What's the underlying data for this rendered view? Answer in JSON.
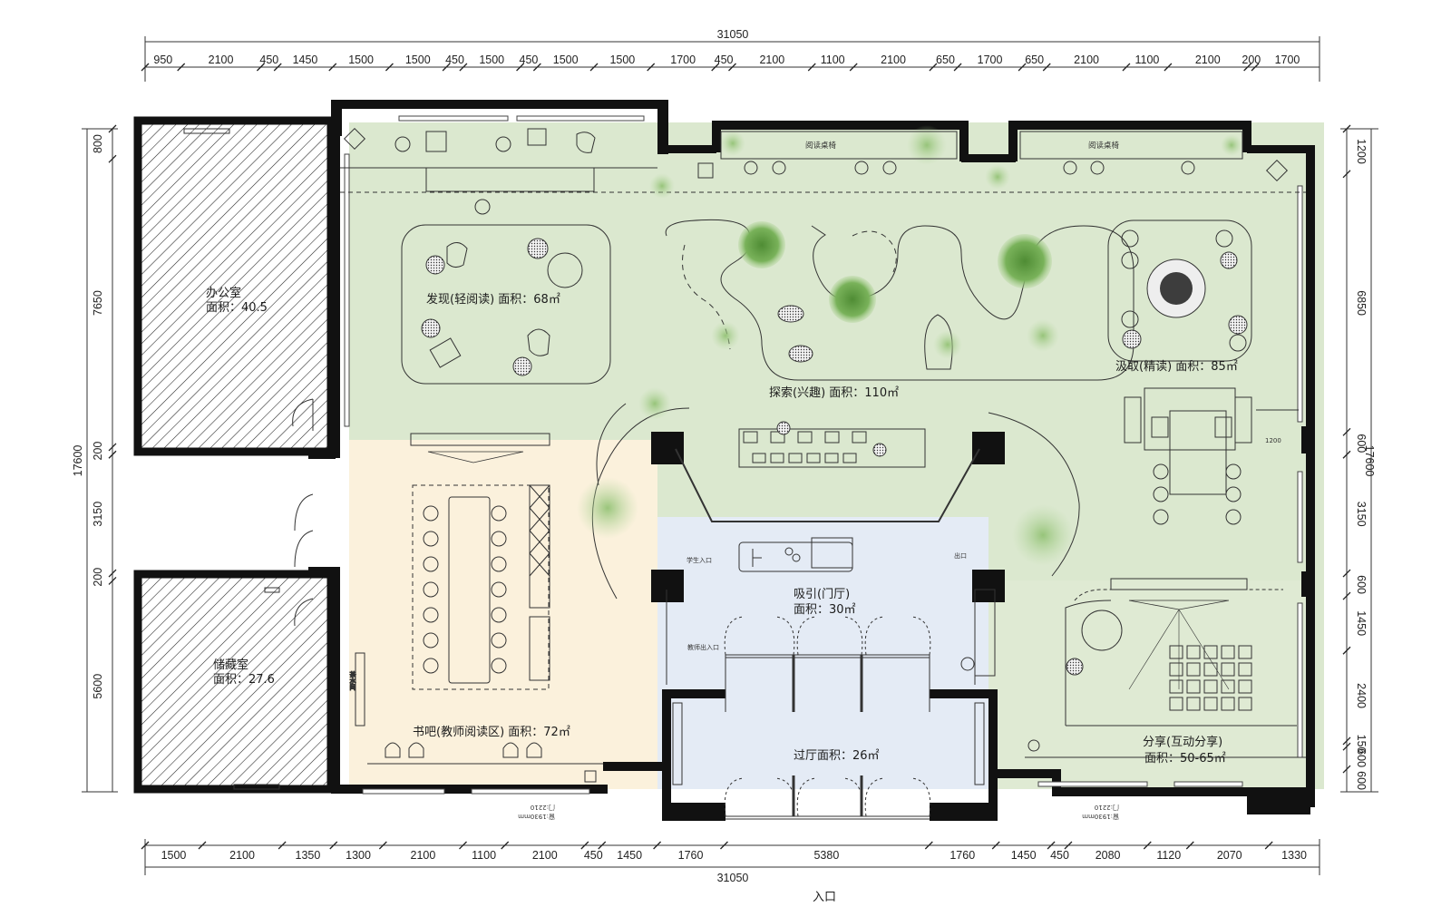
{
  "top_dims": {
    "total": "31050",
    "segments": [
      "950",
      "2100",
      "450",
      "1450",
      "1500",
      "1500",
      "450",
      "1500",
      "450",
      "1500",
      "1500",
      "1700",
      "450",
      "2100",
      "1100",
      "2100",
      "650",
      "1700",
      "650",
      "2100",
      "1100",
      "2100",
      "200",
      "1700"
    ]
  },
  "bottom_dims": {
    "total": "31050",
    "segments": [
      "1500",
      "2100",
      "1350",
      "1300",
      "2100",
      "1100",
      "2100",
      "450",
      "1450",
      "1760",
      "5380",
      "1760",
      "1450",
      "450",
      "2080",
      "1120",
      "2070",
      "1330"
    ]
  },
  "left_dims": {
    "total": "17600",
    "segments": [
      "800",
      "7650",
      "200",
      "3150",
      "200",
      "5600"
    ]
  },
  "right_dims": {
    "total": "17600",
    "segments": [
      "1200",
      "6850",
      "600",
      "3150",
      "600",
      "1450",
      "2400",
      "150",
      "600",
      "600"
    ]
  },
  "rooms": {
    "office": {
      "name": "办公室",
      "area": "面积：40.5"
    },
    "storage": {
      "name": "储藏室",
      "area": "面积：27.6"
    },
    "discover": {
      "label": "发现(轻阅读) 面积：68㎡"
    },
    "explore": {
      "label": "探索(兴趣) 面积：110㎡"
    },
    "absorb": {
      "label": "汲取(精读) 面积：85㎡"
    },
    "attract": {
      "name": "吸引(门厅)",
      "area": "面积：30㎡"
    },
    "book_bar": {
      "label": "书吧(教师阅读区) 面积：72㎡"
    },
    "hall": {
      "label": "过厅面积：26㎡"
    },
    "share": {
      "name": "分享(互动分享)",
      "area": "面积：50-65㎡"
    }
  },
  "labels": {
    "reading_table_1": "阅读桌椅",
    "reading_table_2": "阅读桌椅",
    "student_entrance": "学生入口",
    "teacher_entrance": "教师出入口",
    "exit": "出口",
    "entrance": "入口",
    "tea_counter": "茶水间",
    "dim_1200": "1200",
    "door_note_left": "门:2210",
    "door_note_left2": "窗:1930mm",
    "door_note_right": "门:2210",
    "door_note_right2": "窗:1930mm"
  },
  "colors": {
    "wall": "#111111",
    "green_zone": "#dbe8cf",
    "cream_zone": "#fbf1dc",
    "blue_zone": "#e4ebf5",
    "tree": "#6fa84f"
  }
}
